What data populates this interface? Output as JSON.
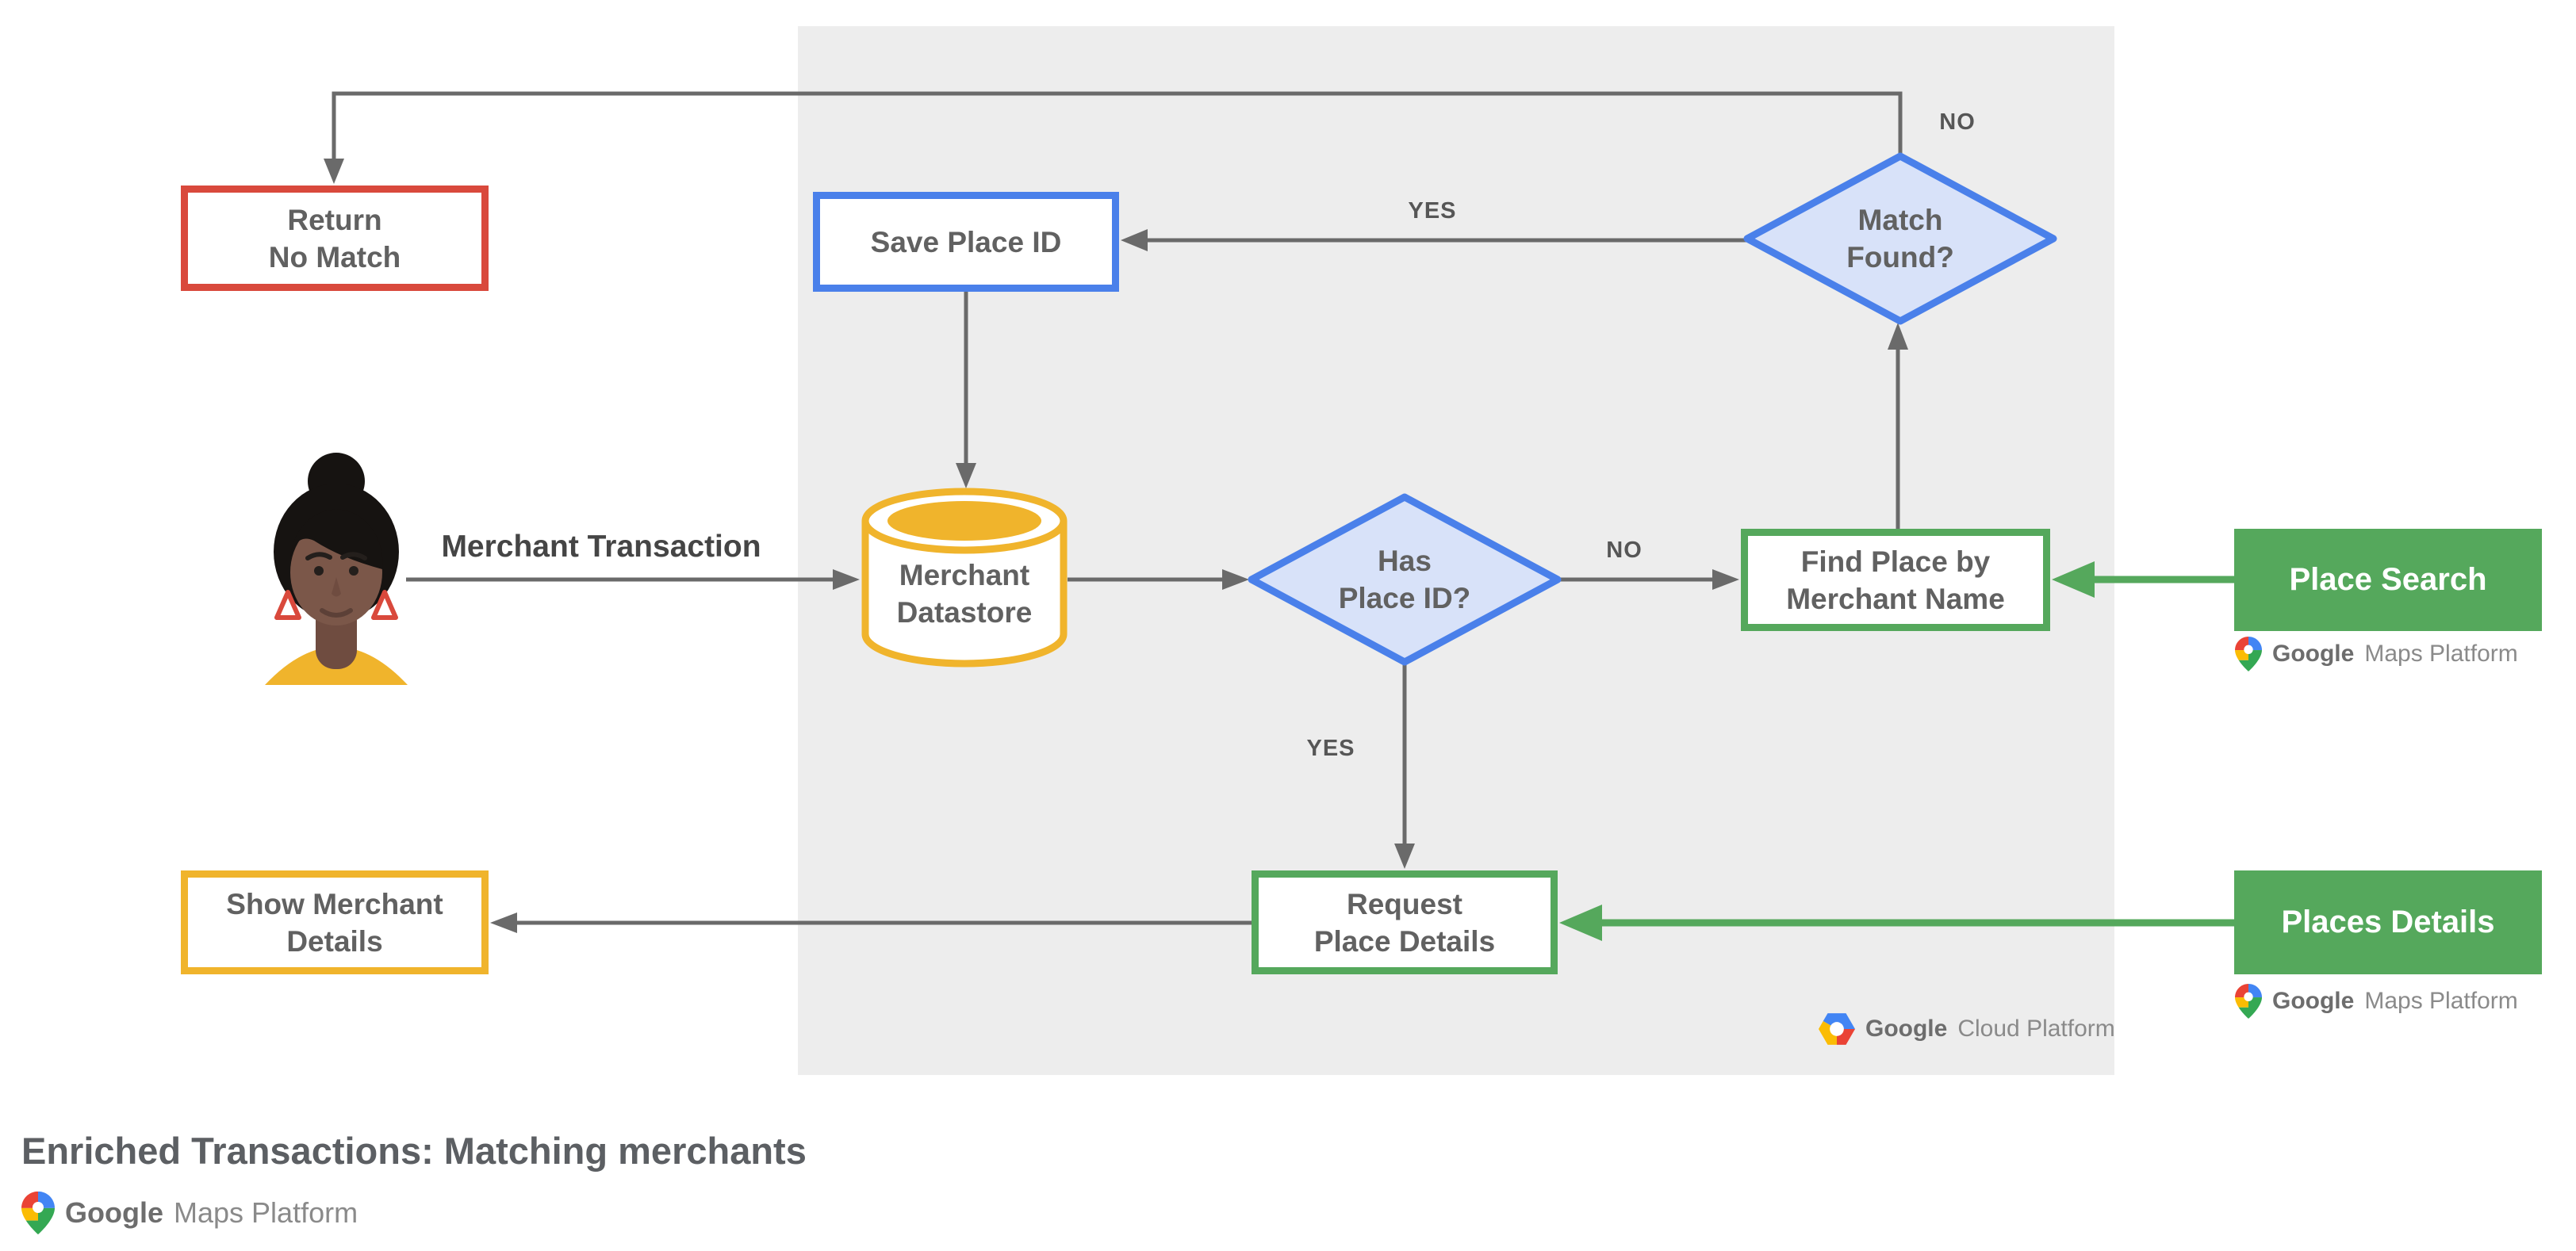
{
  "title": "Enriched Transactions: Matching merchants",
  "colors": {
    "panel_background": "#EDEDED",
    "red_border": "#D9493C",
    "blue_border": "#4A80EA",
    "blue_fill": "#D8E2F9",
    "yellow": "#F0B42C",
    "green": "#55A85C",
    "arrow_gray": "#6A6A6A"
  },
  "nodes": {
    "return_no_match": {
      "line1": "Return",
      "line2": "No Match"
    },
    "save_place_id": {
      "label": "Save Place ID"
    },
    "match_found": {
      "line1": "Match",
      "line2": "Found?"
    },
    "merchant_datastore": {
      "line1": "Merchant",
      "line2": "Datastore"
    },
    "has_place_id": {
      "line1": "Has",
      "line2": "Place ID?"
    },
    "find_place_by_merchant_name": {
      "line1": "Find Place by",
      "line2": "Merchant Name"
    },
    "place_search": {
      "label": "Place Search"
    },
    "request_place_details": {
      "line1": "Request",
      "line2": "Place Details"
    },
    "places_details": {
      "label": "Places Details"
    },
    "show_merchant_details": {
      "line1": "Show Merchant",
      "line2": "Details"
    }
  },
  "edge_labels": {
    "no_top": "NO",
    "yes_save": "YES",
    "no_find": "NO",
    "yes_request": "YES",
    "merchant_transaction": "Merchant Transaction"
  },
  "logos": {
    "maps_platform": {
      "bold": "Google",
      "regular": "Maps Platform"
    },
    "cloud_platform": {
      "bold": "Google",
      "regular": "Cloud Platform"
    }
  }
}
